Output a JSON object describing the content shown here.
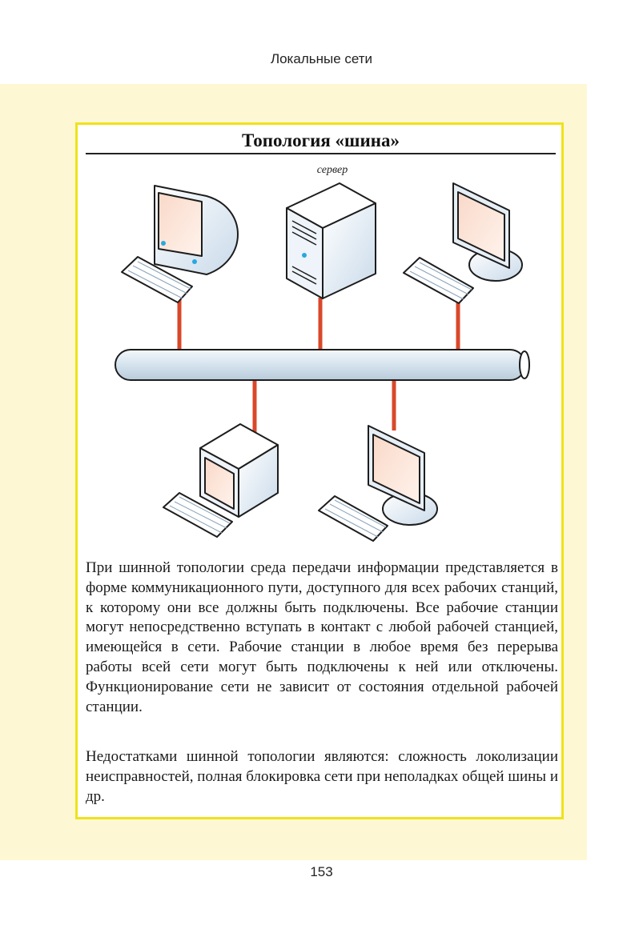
{
  "header": {
    "running_title": "Локальные сети"
  },
  "figure": {
    "title": "Топология «шина»",
    "server_label": "сервер"
  },
  "body": {
    "paragraph_1": "При шинной топологии среда передачи информации представляется в форме коммуникационного пути, доступного для всех рабочих станций, к которому они все должны быть подключены. Все рабочие станции могут непосредственно вступать в контакт с любой рабочей станцией, имеющейся в сети. Рабочие станции в любое время без перерыва работы всей сети могут быть подключены к ней или отключены. Функционирование сети не зависит от состояния отдельной рабочей станции.",
    "paragraph_2": "Недостатками шинной топологии являются: сложность локолизации неисправностей, полная блокировка сети при неполадках общей шины и др."
  },
  "footer": {
    "page_number": "153"
  },
  "colors": {
    "box_border": "#f0e21a",
    "band_background": "#fdf7d3",
    "connector": "#d9482a",
    "bus": "#dde9f2"
  }
}
